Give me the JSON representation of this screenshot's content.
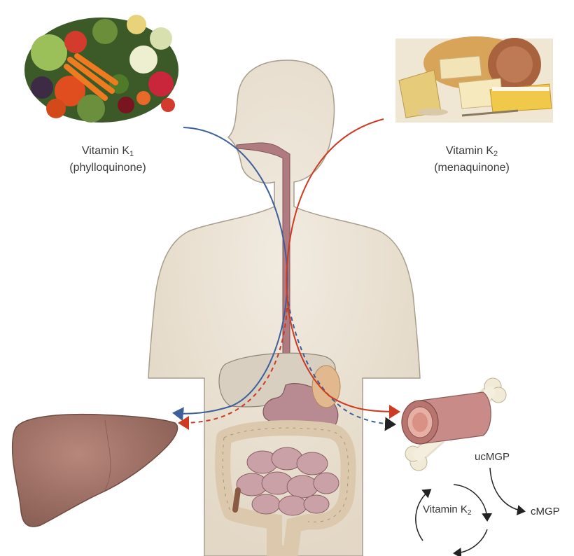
{
  "vitamin_k1": {
    "name": "Vitamin K",
    "subscript": "1",
    "compound": "(phylloquinone)",
    "source": "vegetables",
    "arrow_color": "#3d5f9a"
  },
  "vitamin_k2": {
    "name": "Vitamin K",
    "subscript": "2",
    "compound": "(menaquinone)",
    "source": "cheese",
    "arrow_color": "#cc3b22"
  },
  "cycle": {
    "name": "Vitamin K",
    "subscript": "2"
  },
  "ucmgp": "ucMGP",
  "cmgp": "cMGP",
  "colors": {
    "body": "#ebe2d3",
    "body_outline": "#9e9484",
    "liver": "#9e7266",
    "esophagus": "#b07b80",
    "intestine": "#dcc9ad"
  }
}
